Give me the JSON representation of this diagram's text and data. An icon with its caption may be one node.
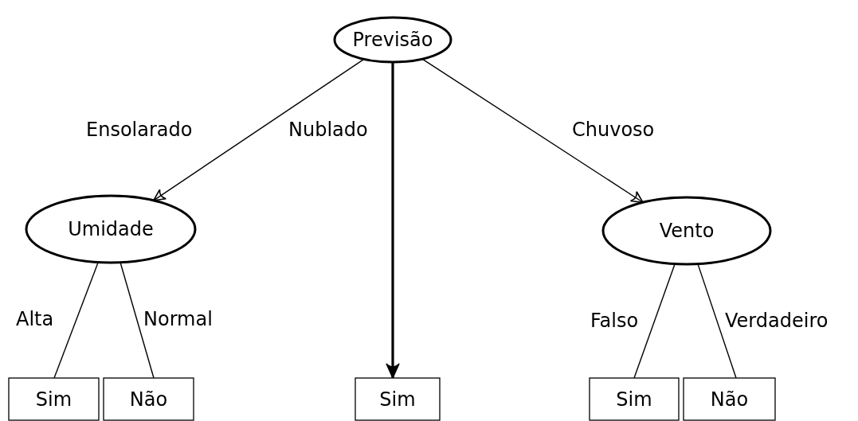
{
  "diagram": {
    "nodes": [
      {
        "text": [
          "Previsão"
        ]
      },
      {
        "text": [
          "Umidade"
        ]
      },
      {
        "text": [
          "Vento"
        ]
      },
      {
        "text": [
          "Sim"
        ]
      },
      {
        "text": [
          "Não"
        ]
      },
      {
        "text": [
          "Sim"
        ]
      },
      {
        "text": [
          "Sim"
        ]
      },
      {
        "text": [
          "Não"
        ]
      }
    ],
    "edges": [
      {
        "from": 0,
        "to": 1,
        "arrow": "to",
        "label": "Ensolarado"
      },
      {
        "from": 0,
        "to": 5,
        "arrow": "to",
        "label": "Nublado",
        "style": "thick"
      },
      {
        "from": 0,
        "to": 2,
        "arrow": "to",
        "label": "Chuvoso"
      },
      {
        "from": 1,
        "to": 3,
        "arrow": "none",
        "label": "Alta"
      },
      {
        "from": 1,
        "to": 4,
        "arrow": "none",
        "label": "Normal"
      },
      {
        "from": 2,
        "to": 6,
        "arrow": "none",
        "label": "Falso"
      },
      {
        "from": 2,
        "to": 7,
        "arrow": "none",
        "label": "Verdadeiro"
      }
    ]
  }
}
